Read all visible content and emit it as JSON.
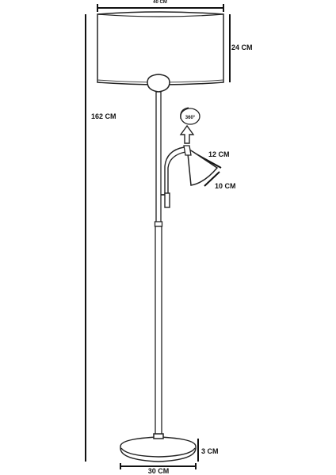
{
  "labels": {
    "shade_width": "40 CM",
    "shade_height": "24 CM",
    "total_height": "162 CM",
    "rotation": "360°",
    "reading_lamp_length": "12 CM",
    "reading_lamp_diameter": "10 CM",
    "base_height": "3 CM",
    "base_diameter": "30 CM"
  }
}
